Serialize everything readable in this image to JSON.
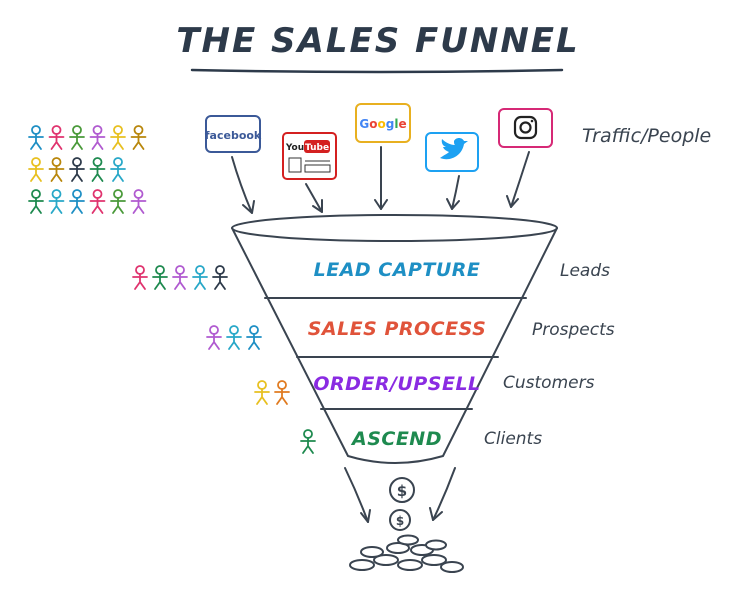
{
  "title": "THE SALES FUNNEL",
  "traffic_label": "Traffic/People",
  "sources": [
    {
      "name": "facebook",
      "label": "facebook"
    },
    {
      "name": "youtube",
      "label_you": "You",
      "label_tube": "Tube"
    },
    {
      "name": "google",
      "label": "Google"
    },
    {
      "name": "twitter"
    },
    {
      "name": "instagram"
    }
  ],
  "stages": [
    {
      "label": "LEAD CAPTURE",
      "side_label": "Leads",
      "color": "#1e8fc4",
      "people": 5
    },
    {
      "label": "SALES PROCESS",
      "side_label": "Prospects",
      "color": "#e0533a",
      "people": 3
    },
    {
      "label": "ORDER/UPSELL",
      "side_label": "Customers",
      "color": "#8a2be2",
      "people": 2
    },
    {
      "label": "ASCEND",
      "side_label": "Clients",
      "color": "#1e8a4f",
      "people": 1
    }
  ],
  "coin_symbol": "$",
  "colors": {
    "ink": "#3a4450",
    "people": [
      "#1e8fc4",
      "#1e8a4f",
      "#b8860b",
      "#b05ad0",
      "#e0336e",
      "#28a8c8",
      "#2d3a4a",
      "#e8c020",
      "#4a9a3a"
    ]
  },
  "crowd_count": 17
}
